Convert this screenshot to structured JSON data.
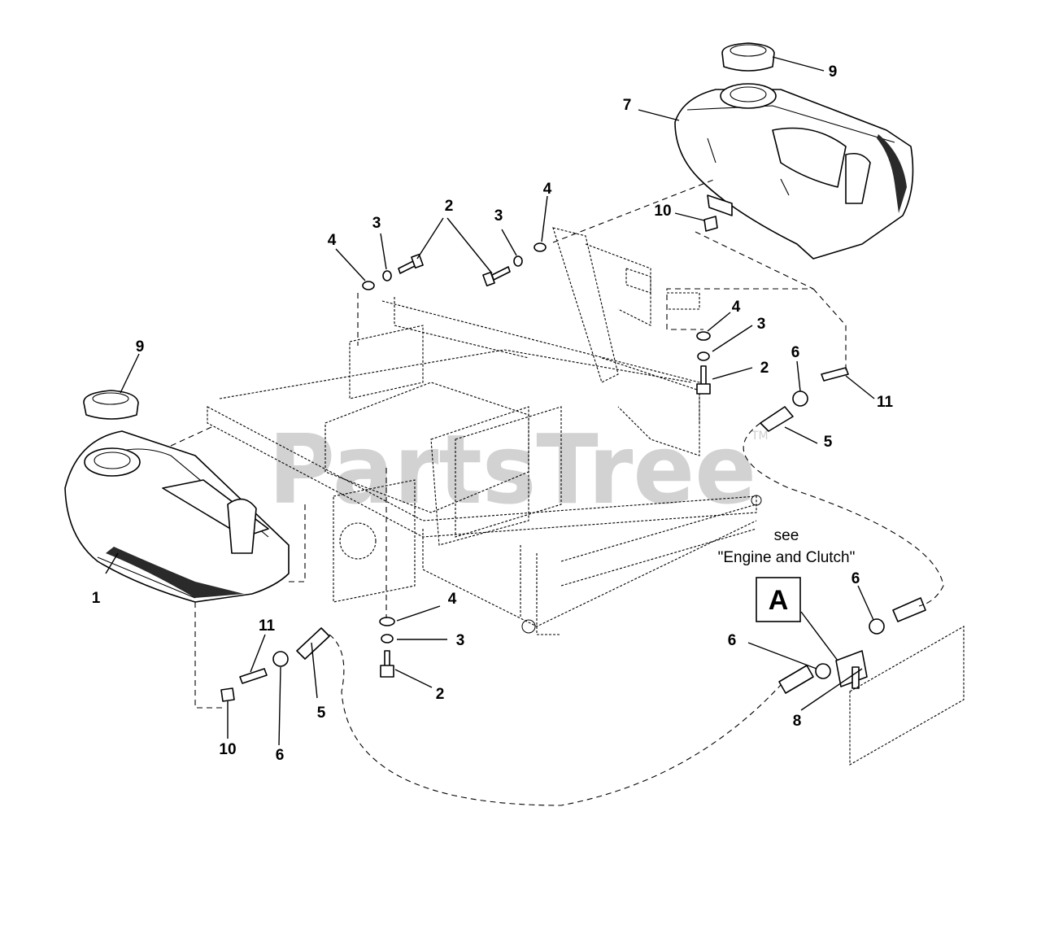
{
  "watermark": {
    "text": "PartsTree",
    "trademark": "TM"
  },
  "reference": {
    "see_label": "see",
    "section_label": "\"Engine and Clutch\"",
    "box_letter": "A"
  },
  "callouts": [
    {
      "id": "c1",
      "label": "1"
    },
    {
      "id": "c2a",
      "label": "2"
    },
    {
      "id": "c2b",
      "label": "2"
    },
    {
      "id": "c2c",
      "label": "2"
    },
    {
      "id": "c3a",
      "label": "3"
    },
    {
      "id": "c3b",
      "label": "3"
    },
    {
      "id": "c3c",
      "label": "3"
    },
    {
      "id": "c3d",
      "label": "3"
    },
    {
      "id": "c4a",
      "label": "4"
    },
    {
      "id": "c4b",
      "label": "4"
    },
    {
      "id": "c4c",
      "label": "4"
    },
    {
      "id": "c4d",
      "label": "4"
    },
    {
      "id": "c5a",
      "label": "5"
    },
    {
      "id": "c5b",
      "label": "5"
    },
    {
      "id": "c6a",
      "label": "6"
    },
    {
      "id": "c6b",
      "label": "6"
    },
    {
      "id": "c6c",
      "label": "6"
    },
    {
      "id": "c6d",
      "label": "6"
    },
    {
      "id": "c7",
      "label": "7"
    },
    {
      "id": "c8",
      "label": "8"
    },
    {
      "id": "c9a",
      "label": "9"
    },
    {
      "id": "c9b",
      "label": "9"
    },
    {
      "id": "c10a",
      "label": "10"
    },
    {
      "id": "c10b",
      "label": "10"
    },
    {
      "id": "c11a",
      "label": "11"
    },
    {
      "id": "c11b",
      "label": "11"
    }
  ]
}
